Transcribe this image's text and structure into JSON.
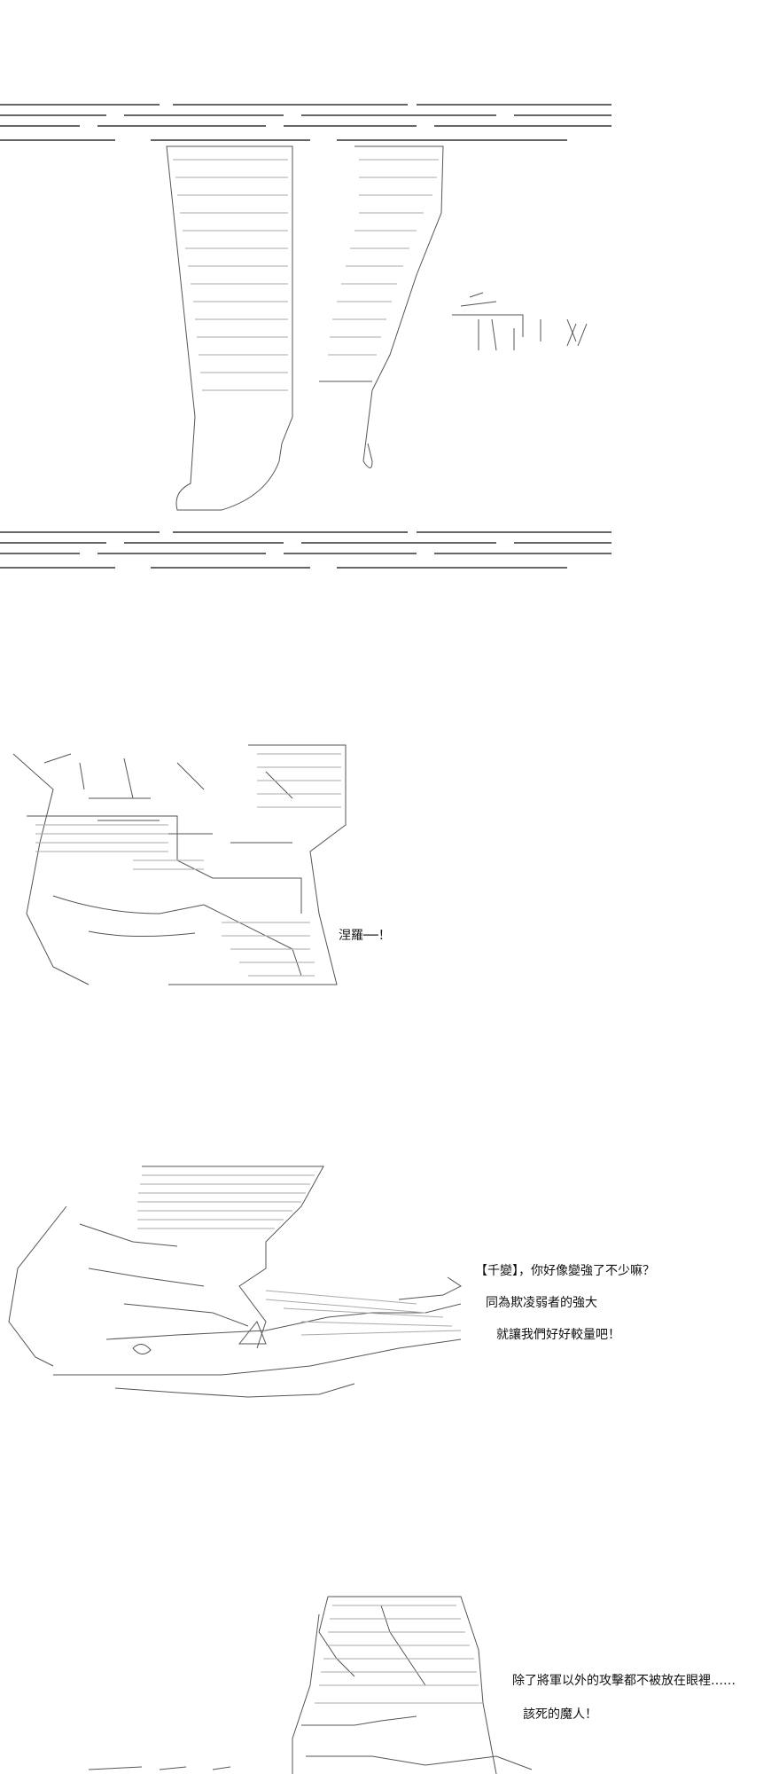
{
  "panels": [
    {
      "id": "panel-1",
      "speech": []
    },
    {
      "id": "panel-2",
      "speech": [
        "涅羅──！"
      ]
    },
    {
      "id": "panel-3",
      "speech": [
        "【千變】，你好像變強了不少嘛？",
        "同為欺凌弱者的強大",
        "就讓我們好好較量吧！"
      ]
    },
    {
      "id": "panel-4",
      "speech": [
        "除了將軍以外的攻擊都不被放在眼裡……",
        "該死的魔人！"
      ]
    }
  ]
}
